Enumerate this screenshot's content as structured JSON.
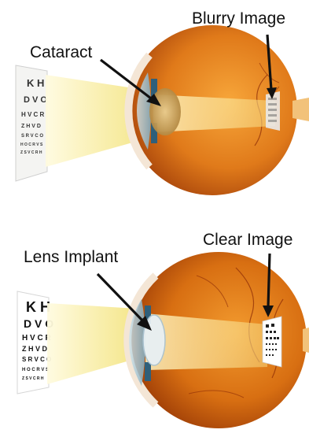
{
  "panels": [
    {
      "id": "cataract",
      "callout_left": "Cataract",
      "callout_right": "Blurry Image",
      "eye_chart_rows": [
        "K H",
        "D V O",
        "H V C R",
        "Z H V D",
        "S R V C O",
        "H O C R V S",
        "Z S V C R H"
      ]
    },
    {
      "id": "implant",
      "callout_left": "Lens Implant",
      "callout_right": "Clear Image",
      "eye_chart_rows": [
        "K H",
        "D V O",
        "H V C R",
        "Z H V D",
        "S R V C O",
        "H O C R V S",
        "Z S V C R H"
      ]
    }
  ],
  "colors": {
    "light_beam": "#f6ec9a",
    "eyeball": "#e07a1a",
    "eyeball_dark": "#a5420a",
    "cornea": "#9cc4d6",
    "cataract_lens": "#c9a25a",
    "implant_lens": "#dfe9ef",
    "optic_nerve": "#f2c27a"
  }
}
